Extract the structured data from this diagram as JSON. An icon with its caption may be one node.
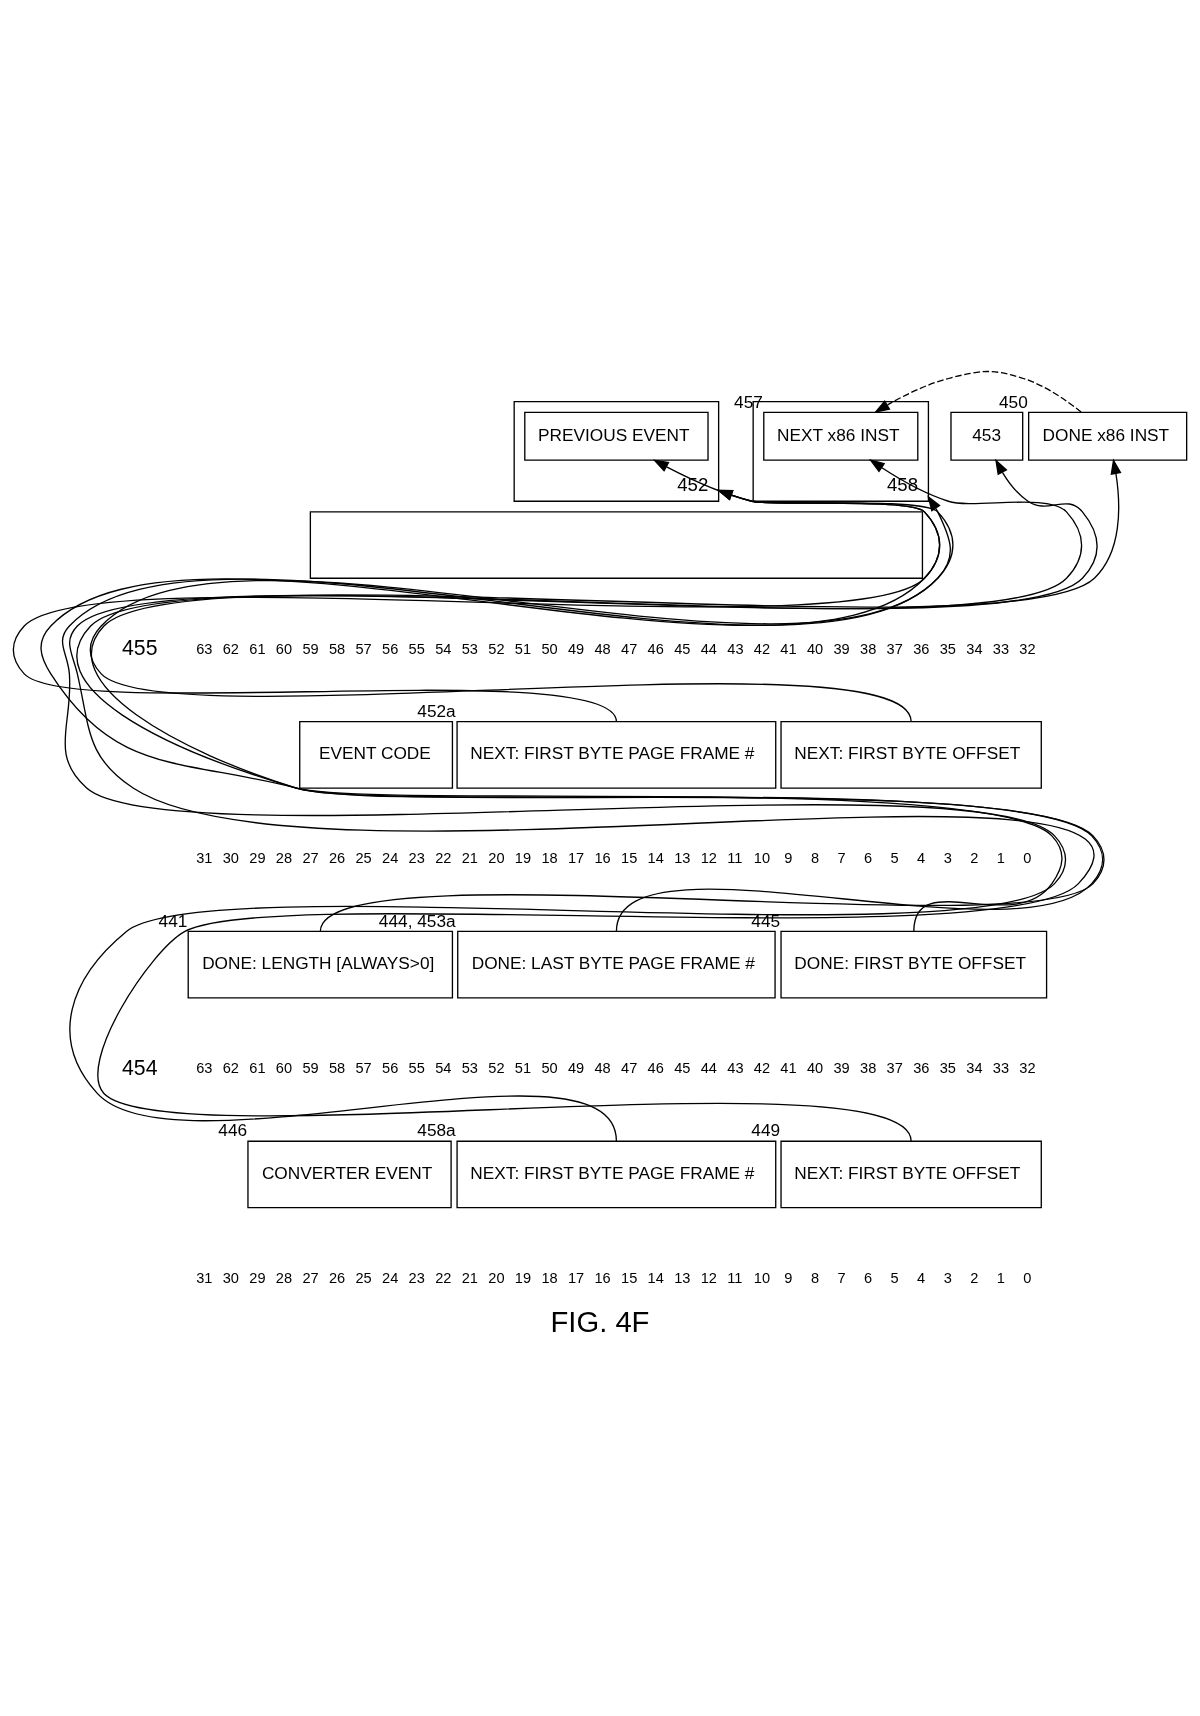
{
  "diagram": {
    "caption": "FIG. 4F",
    "nodes": [
      {
        "text": [
          "452"
        ]
      },
      {
        "text": [
          "PREVIOUS EVENT"
        ],
        "in": 0
      },
      {
        "text": [
          "453"
        ]
      },
      {
        "text": [
          "DONE x86 INST"
        ],
        "beside": [
          "450"
        ]
      },
      {
        "text": [
          "458"
        ]
      },
      {
        "text": [
          "NEXT x86 INST"
        ],
        "in": 4,
        "beside": [
          "457"
        ]
      },
      {
        "text": [],
        "shape": "box"
      },
      {
        "text": [
          "EVENT CODE"
        ]
      },
      {
        "text": [
          "NEXT: FIRST BYTE PAGE FRAME #"
        ],
        "beside": [
          "452a"
        ]
      },
      {
        "text": [
          "NEXT: FIRST BYTE OFFSET"
        ]
      },
      {
        "text": [
          "DONE: LENGTH [ALWAYS>0]"
        ],
        "beside": [
          "441"
        ]
      },
      {
        "text": [
          "DONE: LAST BYTE PAGE FRAME #"
        ],
        "beside": [
          "444, 453a"
        ]
      },
      {
        "text": [
          "DONE: FIRST BYTE OFFSET"
        ],
        "beside": [
          "445"
        ]
      },
      {
        "text": [
          "CONVERTER EVENT"
        ],
        "beside": [
          "446"
        ]
      },
      {
        "text": [
          "NEXT: FIRST BYTE PAGE FRAME #"
        ],
        "beside": [
          "458a"
        ]
      },
      {
        "text": [
          "NEXT: FIRST BYTE OFFSET"
        ],
        "beside": [
          "449"
        ]
      }
    ],
    "edges": [
      {
        "from": 8,
        "to": 0,
        "arrow": "to"
      },
      {
        "from": 9,
        "to": 1,
        "arrow": "to"
      },
      {
        "from": 12,
        "to": 0,
        "arrow": "to"
      },
      {
        "from": 11,
        "to": 2,
        "arrow": "to"
      },
      {
        "from": 10,
        "to": 3,
        "arrow": "to"
      },
      {
        "from": 3,
        "to": 5,
        "arrow": "to",
        "style": "dashed"
      },
      {
        "from": 15,
        "to": 5,
        "arrow": "to"
      },
      {
        "from": 14,
        "to": 4,
        "arrow": "to"
      }
    ],
    "labels": [
      "455",
      "63",
      "62",
      "61",
      "60",
      "59",
      "58",
      "57",
      "56",
      "55",
      "54",
      "53",
      "52",
      "51",
      "50",
      "49",
      "48",
      "47",
      "46",
      "45",
      "44",
      "43",
      "42",
      "41",
      "40",
      "39",
      "38",
      "37",
      "36",
      "35",
      "34",
      "33",
      "32",
      "31",
      "30",
      "29",
      "28",
      "27",
      "26",
      "25",
      "24",
      "23",
      "22",
      "21",
      "20",
      "19",
      "18",
      "17",
      "16",
      "15",
      "14",
      "13",
      "12",
      "11",
      "10",
      "9",
      "8",
      "7",
      "6",
      "5",
      "4",
      "3",
      "2",
      "1",
      "0",
      "454",
      "63",
      "62",
      "61",
      "60",
      "59",
      "58",
      "57",
      "56",
      "55",
      "54",
      "53",
      "52",
      "51",
      "50",
      "49",
      "48",
      "47",
      "46",
      "45",
      "44",
      "43",
      "42",
      "41",
      "40",
      "39",
      "38",
      "37",
      "36",
      "35",
      "34",
      "33",
      "32",
      "31",
      "30",
      "29",
      "28",
      "27",
      "26",
      "25",
      "24",
      "23",
      "22",
      "21",
      "20",
      "19",
      "18",
      "17",
      "16",
      "15",
      "14",
      "13",
      "12",
      "11",
      "10",
      "9",
      "8",
      "7",
      "6",
      "5",
      "4",
      "3",
      "2",
      "1",
      "0"
    ]
  }
}
